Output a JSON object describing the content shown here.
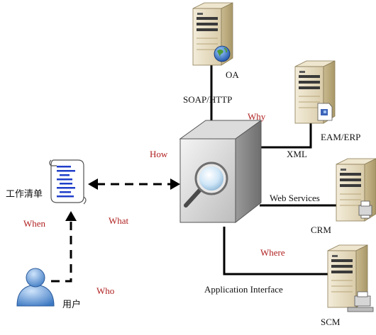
{
  "nodes": {
    "oa": "OA",
    "eam_erp": "EAM/ERP",
    "crm": "CRM",
    "scm": "SCM",
    "work_list": "工作清单",
    "user": "用户"
  },
  "connections": {
    "soap_http": "SOAP/HTTP",
    "xml": "XML",
    "web_services": "Web Services",
    "application_interface": "Application Interface"
  },
  "questions": {
    "why": "Why",
    "how": "How",
    "what": "What",
    "where": "Where",
    "when": "When",
    "who": "Who"
  },
  "colors": {
    "question_text": "#b01e1e",
    "line": "#000000",
    "server_body": "#e6dcc4",
    "hub_body": "#c8c8c8"
  }
}
